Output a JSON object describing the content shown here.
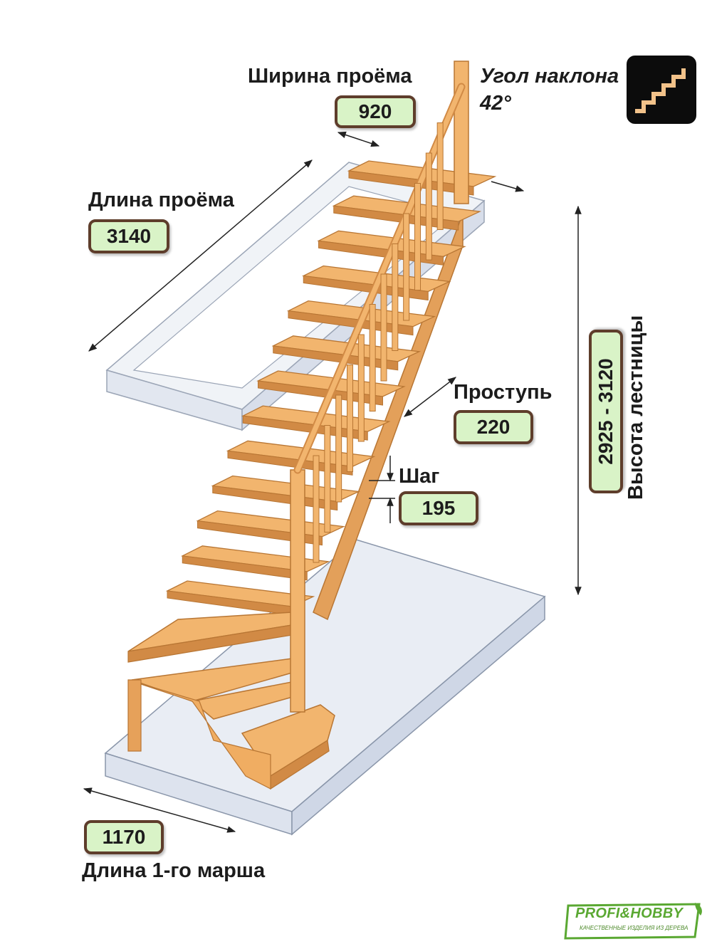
{
  "labels": {
    "opening_width": "Ширина проёма",
    "opening_length": "Длина проёма",
    "incline_angle_title": "Угол наклона",
    "incline_angle_value": "42°",
    "tread": "Проступь",
    "step": "Шаг",
    "stair_height": "Высота лестницы",
    "first_flight_length": "Длина 1-го марша"
  },
  "values": {
    "opening_width": "920",
    "opening_length": "3140",
    "tread": "220",
    "step": "195",
    "stair_height": "2925 - 3120",
    "first_flight_length": "1170"
  },
  "logo": {
    "main": "PROFI&HOBBY",
    "sub": "КАЧЕСТВЕННЫЕ ИЗДЕЛИЯ ИЗ ДЕРЕВА"
  },
  "colors": {
    "wood": "#f2b56e",
    "wood_dark": "#d18a45",
    "badge_bg": "#d9f3c7",
    "badge_border": "#5e3d2b",
    "logo_green": "#5aa832"
  }
}
